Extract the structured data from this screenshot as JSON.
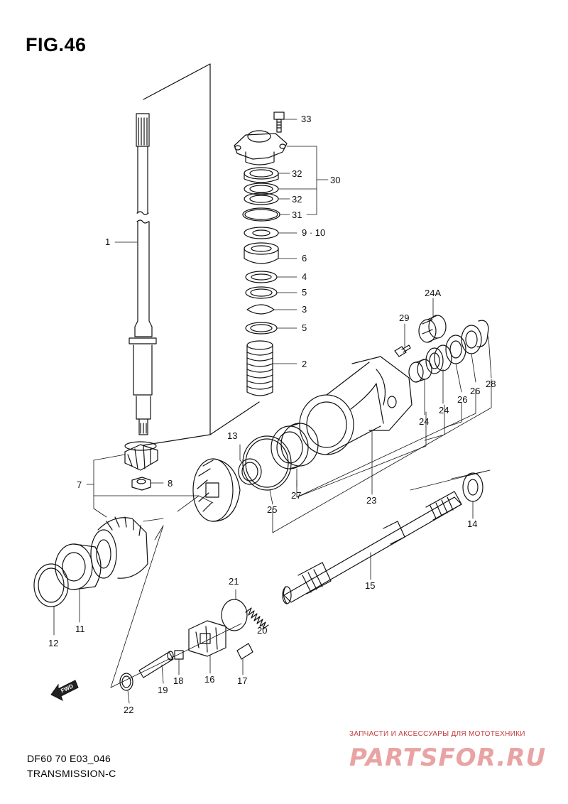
{
  "figure": {
    "title": "FIG.46"
  },
  "footer": {
    "code": "DF60 70 E03_046",
    "name": "TRANSMISSION-C"
  },
  "fwd_label": "FWD",
  "watermark": {
    "caption": "ЗАПЧАСТИ И АКСЕССУАРЫ ДЛЯ МОТОТЕХНИКИ",
    "logo": "PARTSFOR.RU",
    "color": "#e9a3a3"
  },
  "callouts": {
    "c1": "1",
    "c2": "2",
    "c3": "3",
    "c4": "4",
    "c5a": "5",
    "c5b": "5",
    "c6": "6",
    "c7": "7",
    "c8": "8",
    "c9_10": "9 · 10",
    "c11": "11",
    "c12": "12",
    "c13": "13",
    "c14": "14",
    "c15": "15",
    "c16": "16",
    "c17": "17",
    "c18": "18",
    "c19": "19",
    "c20": "20",
    "c21": "21",
    "c22": "22",
    "c23": "23",
    "c24a": "24",
    "c24b": "24",
    "c24A": "24A",
    "c25": "25",
    "c26a": "26",
    "c26b": "26",
    "c27": "27",
    "c28": "28",
    "c29": "29",
    "c30": "30",
    "c31": "31",
    "c32a": "32",
    "c32b": "32",
    "c33": "33"
  }
}
